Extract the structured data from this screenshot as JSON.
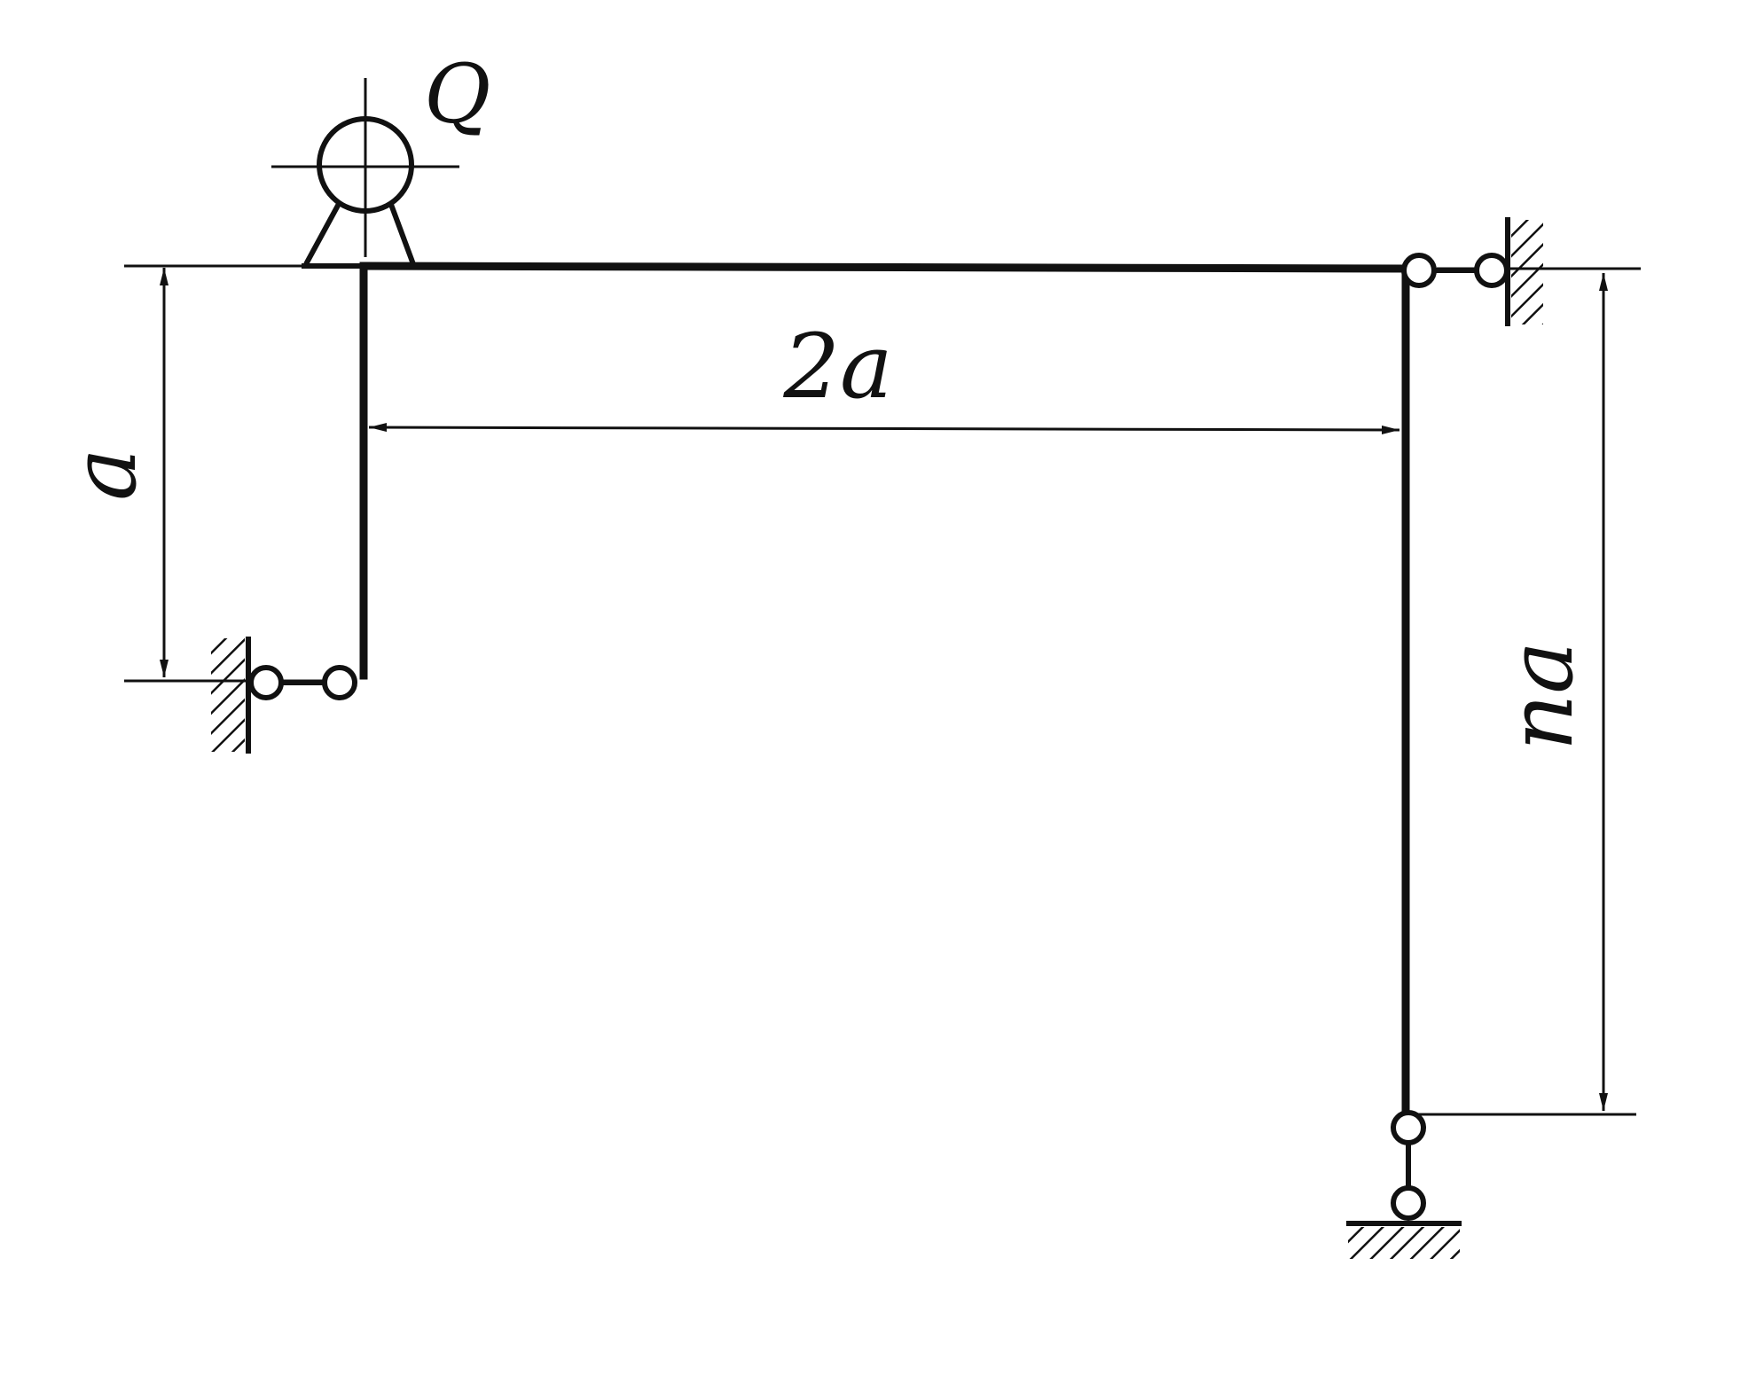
{
  "labels": {
    "load": "Q",
    "left_height": "a",
    "span": "2a",
    "right_height": "na"
  }
}
